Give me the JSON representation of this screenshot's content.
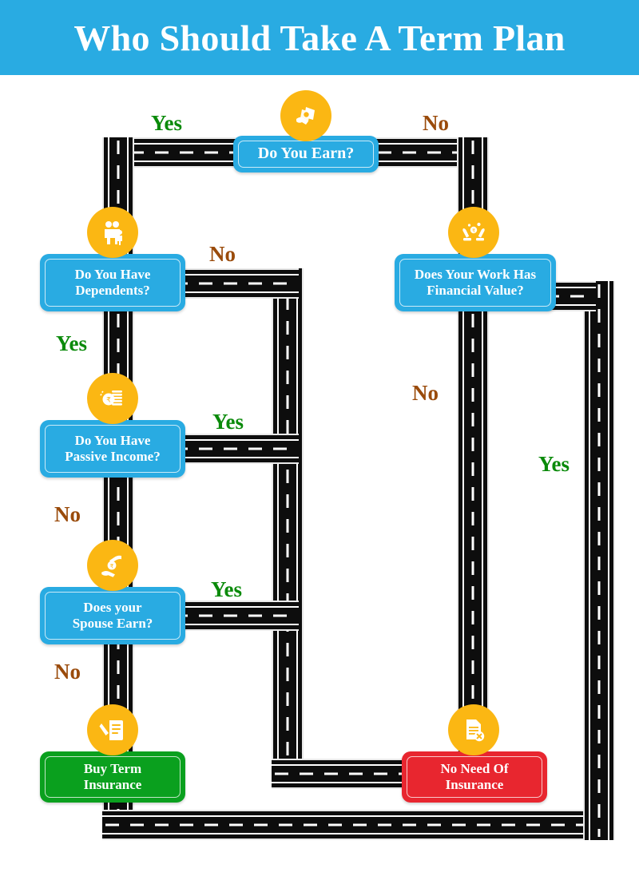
{
  "header": {
    "title": "Who Should Take A Term Plan",
    "bg_color": "#29abe2",
    "text_color": "#ffffff"
  },
  "colors": {
    "question_box": "#29abe2",
    "positive_box": "#0aa01e",
    "negative_box": "#e8262f",
    "icon_circle": "#fbb713",
    "yes_label": "#0a8a0a",
    "no_label": "#9a4b0b",
    "road": "#0d0d0d",
    "road_markings": "#ffffff",
    "page_bg": "#ffffff"
  },
  "chart_data": {
    "type": "diagram",
    "diagram_kind": "decision-flowchart",
    "title": "Who Should Take A Term Plan",
    "nodes": [
      {
        "id": "earn",
        "label": "Do You Earn?",
        "kind": "decision",
        "color": "#29abe2",
        "icon": "cash-in-hand-icon"
      },
      {
        "id": "dependents",
        "label": "Do You Have Dependents?",
        "kind": "decision",
        "color": "#29abe2",
        "icon": "family-icon"
      },
      {
        "id": "work_value",
        "label": "Does Your Work Has Financial Value?",
        "kind": "decision",
        "color": "#29abe2",
        "icon": "hands-holding-coins-icon"
      },
      {
        "id": "passive",
        "label": "Do You Have Passive Income?",
        "kind": "decision",
        "color": "#29abe2",
        "icon": "coin-stack-icon"
      },
      {
        "id": "spouse",
        "label": "Does your Spouse Earn?",
        "kind": "decision",
        "color": "#29abe2",
        "icon": "hand-rupee-coin-icon"
      },
      {
        "id": "buy",
        "label": "Buy Term Insurance",
        "kind": "terminal-positive",
        "color": "#0aa01e",
        "icon": "policy-document-icon"
      },
      {
        "id": "nonneed",
        "label": "No Need Of Insurance",
        "kind": "terminal-negative",
        "color": "#e8262f",
        "icon": "document-rejected-icon"
      }
    ],
    "edges": [
      {
        "from": "earn",
        "to": "dependents",
        "label": "Yes"
      },
      {
        "from": "earn",
        "to": "work_value",
        "label": "No"
      },
      {
        "from": "dependents",
        "to": "passive",
        "label": "Yes"
      },
      {
        "from": "dependents",
        "to": "nonneed",
        "label": "No"
      },
      {
        "from": "passive",
        "to": "spouse",
        "label": "No"
      },
      {
        "from": "passive",
        "to": "nonneed",
        "label": "Yes"
      },
      {
        "from": "spouse",
        "to": "buy",
        "label": "No"
      },
      {
        "from": "spouse",
        "to": "nonneed",
        "label": "Yes"
      },
      {
        "from": "work_value",
        "to": "nonneed",
        "label": "No"
      },
      {
        "from": "work_value",
        "to": "buy",
        "label": "Yes"
      }
    ]
  },
  "nodes": {
    "earn": {
      "label": "Do You Earn?"
    },
    "dependents": {
      "line1": "Do You Have",
      "line2": "Dependents?"
    },
    "work_value": {
      "line1": "Does Your Work Has",
      "line2": "Financial Value?"
    },
    "passive": {
      "line1": "Do You Have",
      "line2": "Passive Income?"
    },
    "spouse": {
      "line1": "Does your",
      "line2": "Spouse Earn?"
    },
    "buy": {
      "line1": "Buy Term",
      "line2": "Insurance"
    },
    "nonneed": {
      "line1": "No Need Of",
      "line2": "Insurance"
    }
  },
  "edge_labels": {
    "earn_yes": "Yes",
    "earn_no": "No",
    "dependents_no": "No",
    "dependents_yes": "Yes",
    "passive_yes": "Yes",
    "passive_no": "No",
    "spouse_yes": "Yes",
    "spouse_no": "No",
    "work_no": "No",
    "work_yes": "Yes"
  },
  "icons": {
    "earn": "cash-in-hand-icon",
    "dependents": "family-icon",
    "work_value": "hands-holding-coins-icon",
    "passive": "coin-stack-icon",
    "spouse": "hand-rupee-coin-icon",
    "buy": "policy-document-icon",
    "nonneed": "document-rejected-icon"
  }
}
